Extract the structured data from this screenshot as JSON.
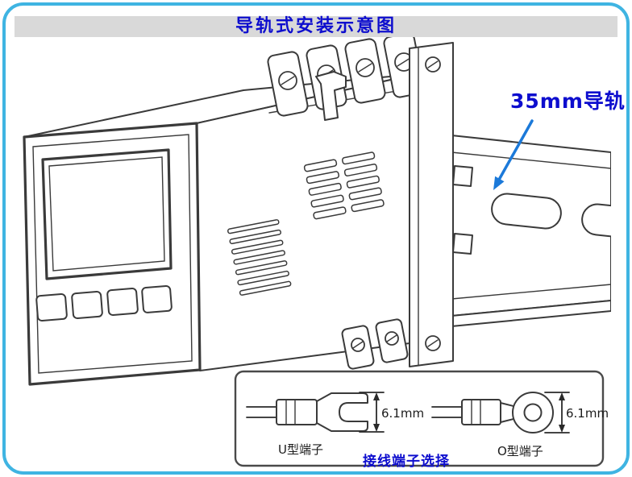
{
  "title": "导轨式安装示意图",
  "colors": {
    "border": "#3FB4E2",
    "titlebar": "#D9D9D9",
    "blue": "#0D0DCE",
    "arrow": "#1B79D9",
    "line": "#3A3A3A"
  },
  "diagram": {
    "rail_label": "35mm导轨"
  },
  "terminals": {
    "u_label": "U型端子",
    "o_label": "O型端子",
    "caption": "接线端子选择",
    "u_dim": "6.1mm",
    "o_dim": "6.1mm"
  }
}
